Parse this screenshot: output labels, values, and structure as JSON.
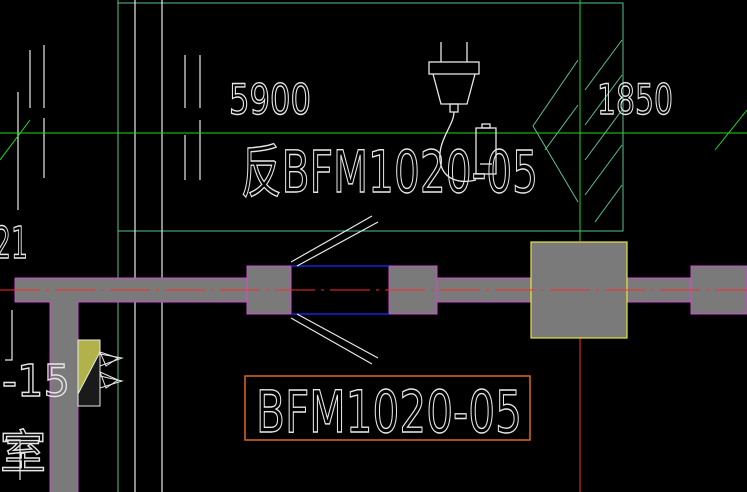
{
  "colors": {
    "background": "#000000",
    "white_lines": "#e8e8e8",
    "green_axis": "#1fd81f",
    "cyan_green": "#58c28e",
    "red_centerline": "#ff2a2a",
    "blue_door": "#1e2bff",
    "magenta_outline": "#d34ad3",
    "wall_fill": "#7a7a7a",
    "column_outline": "#e6e640",
    "label_frame": "#e06a1a",
    "equipment": "#b2b24a"
  },
  "texts": {
    "dim_left": "5900",
    "dim_right": "1850",
    "door_label_upper": "反BFM1020-05",
    "door_label_main": "BFM1020-05",
    "edge_number_top": "21",
    "edge_number_bottom": "-15",
    "edge_char": "室"
  },
  "icons": {
    "plug": "power-plug-icon",
    "battery": "battery-icon",
    "equipment": "distribution-box-icon"
  }
}
